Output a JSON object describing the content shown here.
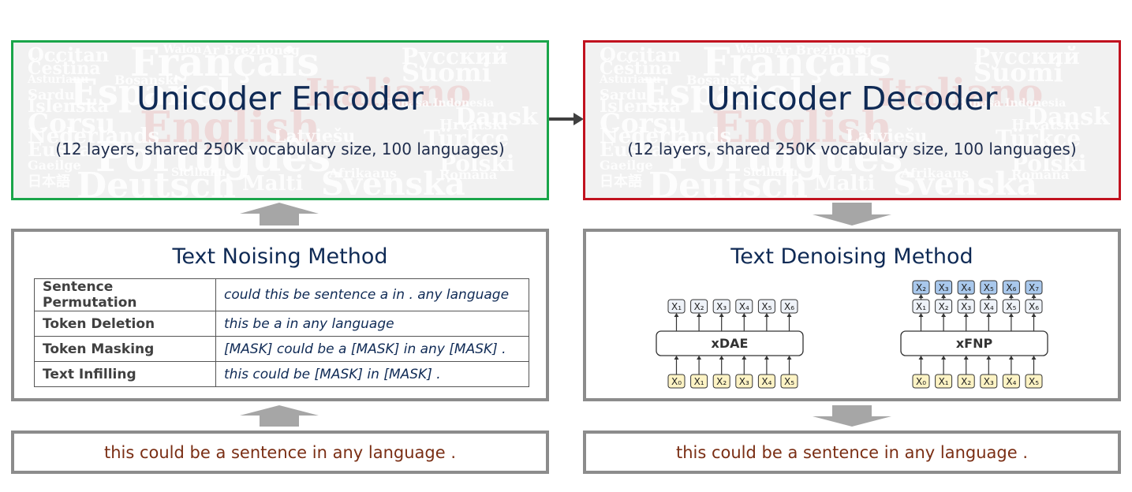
{
  "encoder": {
    "title": "Unicoder Encoder",
    "subtitle": "(12 layers, shared 250K vocabulary size, 100 languages)",
    "border_color": "#1aa54a"
  },
  "decoder": {
    "title": "Unicoder Decoder",
    "subtitle": "(12 layers, shared 250K vocabulary size, 100 languages)",
    "border_color": "#c1121f"
  },
  "wordcloud": {
    "words": [
      "Occitan",
      "Walon",
      "Ar Brezhoneg",
      "Français",
      "Русский",
      "Čeština",
      "Suomi",
      "Asturianu",
      "Bosanski",
      "Español",
      "Italiano",
      "Sardu",
      "Íslenska",
      "Bahasa Indonesia",
      "Corsu",
      "English",
      "Dansk",
      "Hrvatski",
      "Nederlands",
      "Latviešu",
      "Türkçe",
      "Euskara",
      "Português",
      "Polski",
      "Gaeilge",
      "Sicilianu",
      "Afrikaans",
      "Română",
      "日本語",
      "Deutsch",
      "Malti",
      "Svenska"
    ]
  },
  "noising": {
    "title": "Text Noising Method",
    "rows": [
      {
        "method": "Sentence Permutation",
        "example": "could this be sentence a in . any language"
      },
      {
        "method": "Token Deletion",
        "example": "this be a in any language"
      },
      {
        "method": "Token Masking",
        "example": "[MASK] could be a [MASK] in any [MASK] ."
      },
      {
        "method": "Text Infilling",
        "example": "this could be [MASK] in [MASK] ."
      }
    ]
  },
  "denoising": {
    "title": "Text Denoising Method",
    "xdae": {
      "label": "xDAE",
      "inputs": [
        "X₀",
        "X₁",
        "X₂",
        "X₃",
        "X₄",
        "X₅"
      ],
      "outputs": [
        "X₁",
        "X₂",
        "X₃",
        "X₄",
        "X₅",
        "X₆"
      ]
    },
    "xfnp": {
      "label": "xFNP",
      "inputs": [
        "X₀",
        "X₁",
        "X₂",
        "X₃",
        "X₄",
        "X₅"
      ],
      "outputs": [
        "X₁",
        "X₂",
        "X₃",
        "X₄",
        "X₅",
        "X₆"
      ],
      "future_outputs": [
        "X₂",
        "X₃",
        "X₄",
        "X₅",
        "X₆",
        "X₇"
      ]
    },
    "colors": {
      "input": "#fdf3c4",
      "output": "#eef2f8",
      "future": "#a9c8ec"
    }
  },
  "input_sentence": "this could be a sentence in any language .",
  "output_sentence": "this could be a sentence in any language .",
  "colors": {
    "arrow": "#a6a6a6",
    "title_text": "#0f2a55",
    "sentence_text": "#7a2e14"
  }
}
